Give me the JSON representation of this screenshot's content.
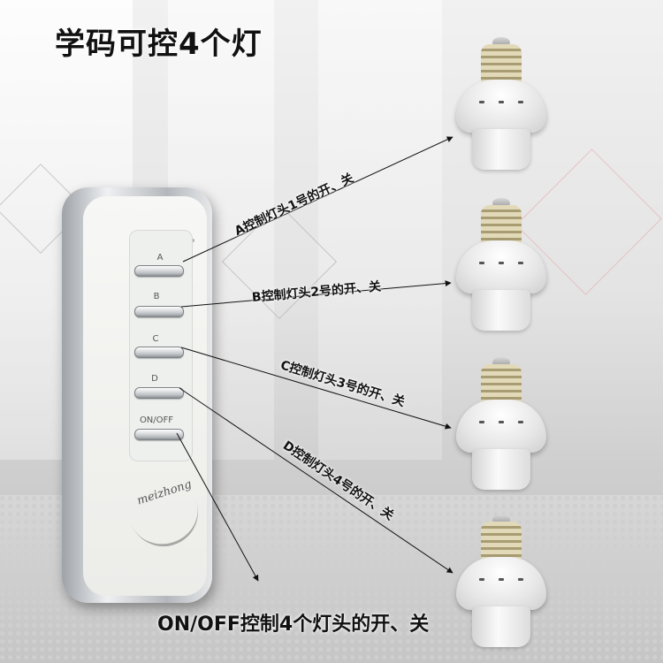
{
  "title": "学码可控4个灯",
  "remote": {
    "buttons": [
      {
        "label": "A"
      },
      {
        "label": "B"
      },
      {
        "label": "C"
      },
      {
        "label": "D"
      },
      {
        "label": "ON/OFF"
      }
    ],
    "brand": "meizhong"
  },
  "annotations": {
    "a": "A控制灯头1号的开、关",
    "b": "B控制灯头2号的开、关",
    "c": "C控制灯头3号的开、关",
    "d": "D控制灯头4号的开、关",
    "onoff": "ON/OFF控制4个灯头的开、关"
  },
  "colors": {
    "text": "#111111",
    "remote_body": "#f5f5f3",
    "socket": "#ffffff",
    "bulb_base": "#c8bd93"
  }
}
